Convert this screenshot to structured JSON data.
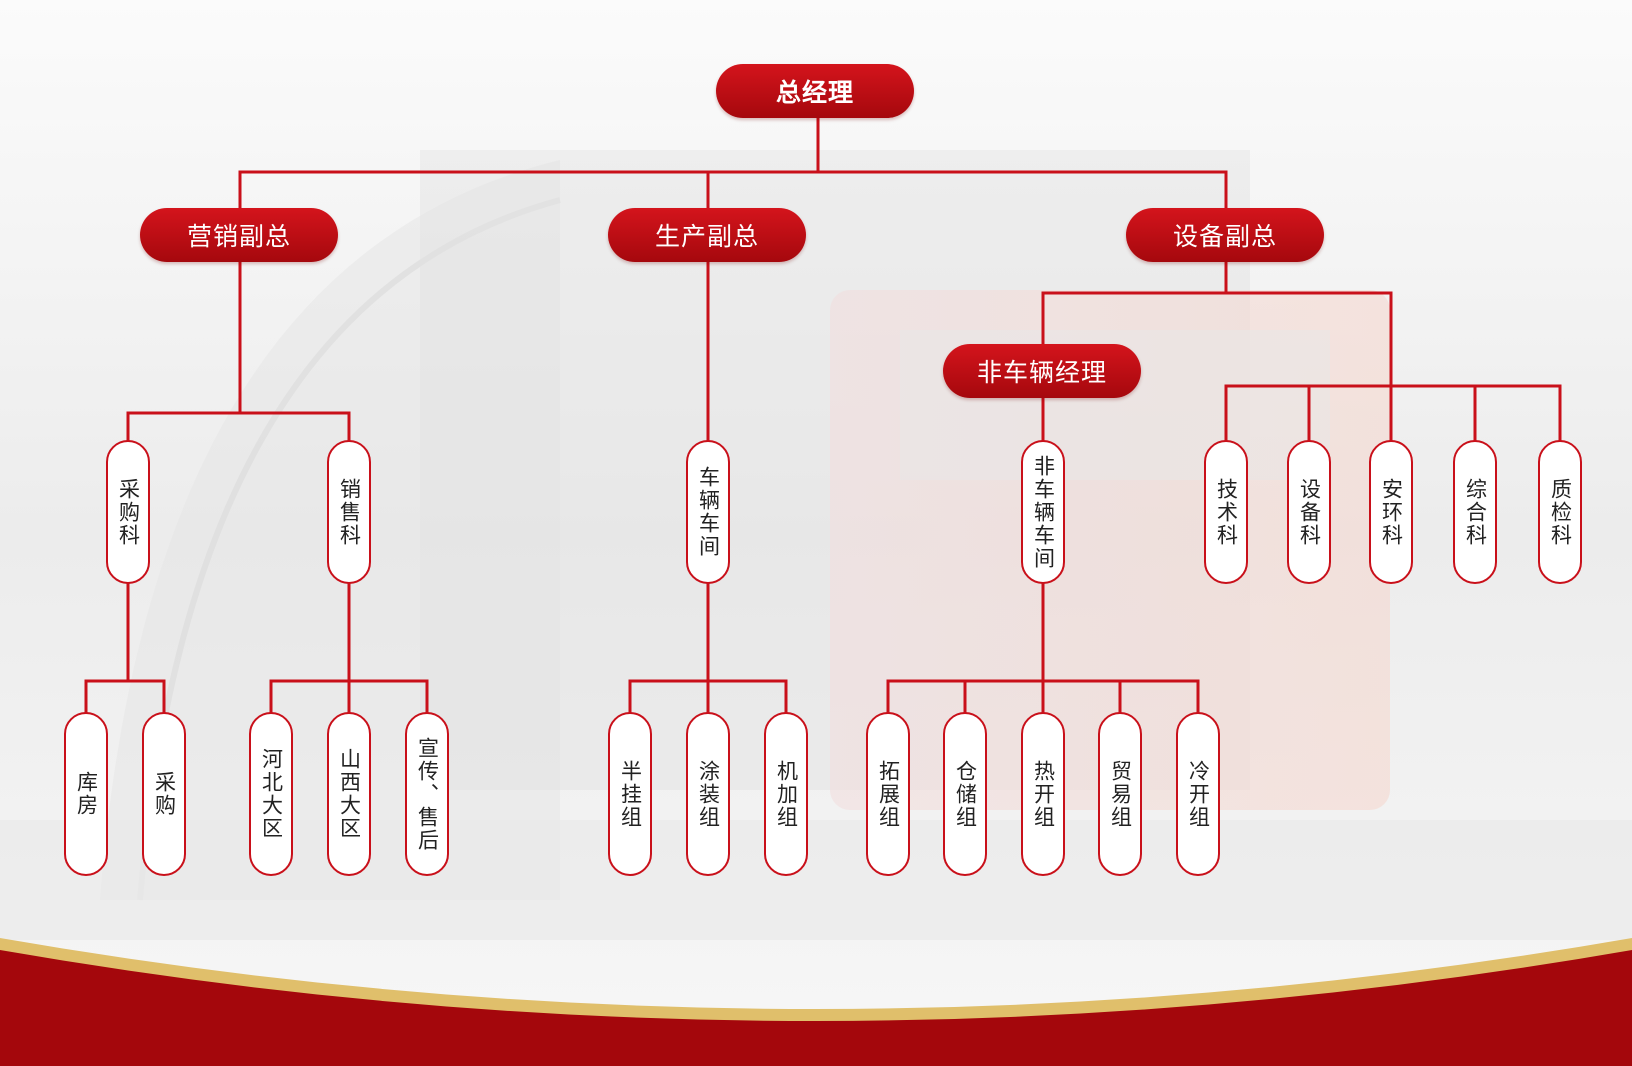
{
  "root": "总经理",
  "vps": {
    "marketing": "营销副总",
    "production": "生产副总",
    "equipment": "设备副总"
  },
  "non_vehicle_manager": "非车辆经理",
  "depts": {
    "procurement": "采购科",
    "sales": "销售科",
    "vehicle_workshop": "车辆车间",
    "non_vehicle_workshop": "非车辆车间",
    "tech": "技术科",
    "equip": "设备科",
    "safety": "安环科",
    "general": "综合科",
    "quality": "质检科"
  },
  "units": {
    "warehouse": "库房",
    "purchase": "采购",
    "hebei": "河北大区",
    "shanxi": "山西大区",
    "publicity": "宣传、售后",
    "semi_trailer": "半挂组",
    "painting": "涂装组",
    "machining": "机加组",
    "expansion": "拓展组",
    "storage": "仓储组",
    "hot_cut": "热开组",
    "trade": "贸易组",
    "cold_cut": "冷开组"
  },
  "colors": {
    "accent": "#c9101a",
    "box_gradient_top": "#d4141c",
    "box_gradient_bottom": "#a5080d",
    "bottom_band": "#a4070c",
    "gold_stripe": "#e0bf6b"
  }
}
